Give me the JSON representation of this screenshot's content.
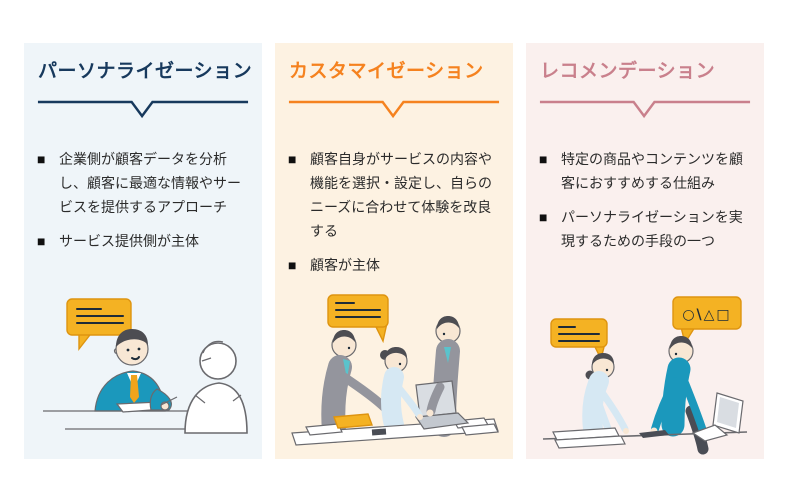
{
  "bullet_char": "■",
  "speech_bubble_symbols": "○\\△□",
  "panels": [
    {
      "id": "personalization",
      "title": "パーソナライゼーション",
      "accent_color": "#17395d",
      "bg_color": "#eff5f9",
      "bullets": [
        "企業側が顧客データを分析し、顧客に最適な情報やサービスを提供するアプローチ",
        "サービス提供側が主体"
      ],
      "illustration": "businessman-consulting-elderly-client"
    },
    {
      "id": "customization",
      "title": "カスタマイゼーション",
      "accent_color": "#f5821f",
      "bg_color": "#fdf2e2",
      "bullets": [
        "顧客自身がサービスの内容や機能を選択・設定し、自らのニーズに合わせて体験を改良する",
        "顧客が主体"
      ],
      "illustration": "three-colleagues-around-laptop"
    },
    {
      "id": "recommendation",
      "title": "レコメンデーション",
      "accent_color": "#c9808c",
      "bg_color": "#faf0ee",
      "bullets": [
        "特定の商品やコンテンツを顧客におすすめする仕組み",
        "パーソナライゼーションを実現するための手段の一つ"
      ],
      "illustration": "two-people-reviewing-documents-at-desk"
    }
  ],
  "palette": {
    "speech_bubble_yellow": "#f4b223",
    "bubble_border": "#de9410",
    "ink": "#1d2b38",
    "teal_suit": "#1b98bc",
    "gray_suit": "#94959d",
    "light_blue_top": "#d6e8f3",
    "skin": "#f8e7d4",
    "hair": "#4d4d52",
    "line_dark": "#6a6a6e",
    "tie_orange": "#f0a41c",
    "tie_teal": "#5ac3cc"
  }
}
